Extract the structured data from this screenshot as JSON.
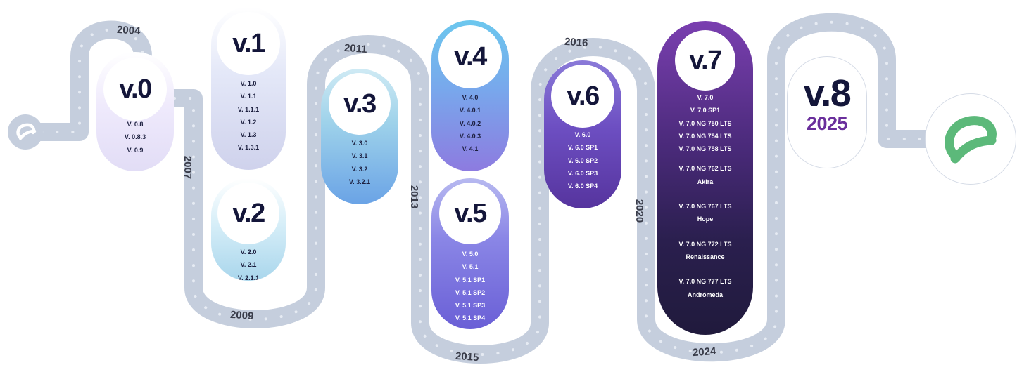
{
  "years": [
    "2004",
    "2007",
    "2009",
    "2011",
    "2013",
    "2015",
    "2016",
    "2020",
    "2024"
  ],
  "versions": [
    {
      "label": "v.0",
      "releases": [
        "V. 0.8",
        "V. 0.8.3",
        "V. 0.9"
      ]
    },
    {
      "label": "v.1",
      "releases": [
        "V. 1.0",
        "V. 1.1",
        "V. 1.1.1",
        "V. 1.2",
        "V. 1.3",
        "V. 1.3.1"
      ]
    },
    {
      "label": "v.2",
      "releases": [
        "V. 2.0",
        "V. 2.1",
        "V. 2.1.1"
      ]
    },
    {
      "label": "v.3",
      "releases": [
        "V. 3.0",
        "V. 3.1",
        "V. 3.2",
        "V. 3.2.1"
      ]
    },
    {
      "label": "v.4",
      "releases": [
        "V. 4.0",
        "V. 4.0.1",
        "V. 4.0.2",
        "V. 4.0.3",
        "V. 4.1"
      ]
    },
    {
      "label": "v.5",
      "releases": [
        "V. 5.0",
        "V. 5.1",
        "V. 5.1 SP1",
        "V. 5.1 SP2",
        "V. 5.1 SP3",
        "V. 5.1 SP4"
      ]
    },
    {
      "label": "v.6",
      "releases": [
        "V. 6.0",
        "V. 6.0 SP1",
        "V. 6.0 SP2",
        "V. 6.0 SP3",
        "V. 6.0 SP4"
      ]
    },
    {
      "label": "v.7",
      "releases": [
        "V. 7.0",
        "V. 7.0 SP1",
        "V. 7.0 NG 750 LTS",
        "V. 7.0 NG 754 LTS",
        "V. 7.0 NG 758 LTS",
        "",
        "V. 7.0 NG 762 LTS",
        "Akira",
        "",
        "V. 7.0 NG 767 LTS",
        "Hope",
        "",
        "V. 7.0 NG 772 LTS",
        "Renaissance",
        "",
        "V. 7.0 NG 777 LTS",
        "Andrómeda"
      ]
    },
    {
      "label": "v.8",
      "year": "2025"
    }
  ],
  "colors": {
    "road": "#c5cedd",
    "road_dots": "#e6ebf3",
    "ink": "#14163a",
    "accent_purple": "#6a2f9c",
    "logo_green": "#5cb97a"
  },
  "icons": {
    "start": "start-logo-icon",
    "end": "end-logo-icon"
  }
}
